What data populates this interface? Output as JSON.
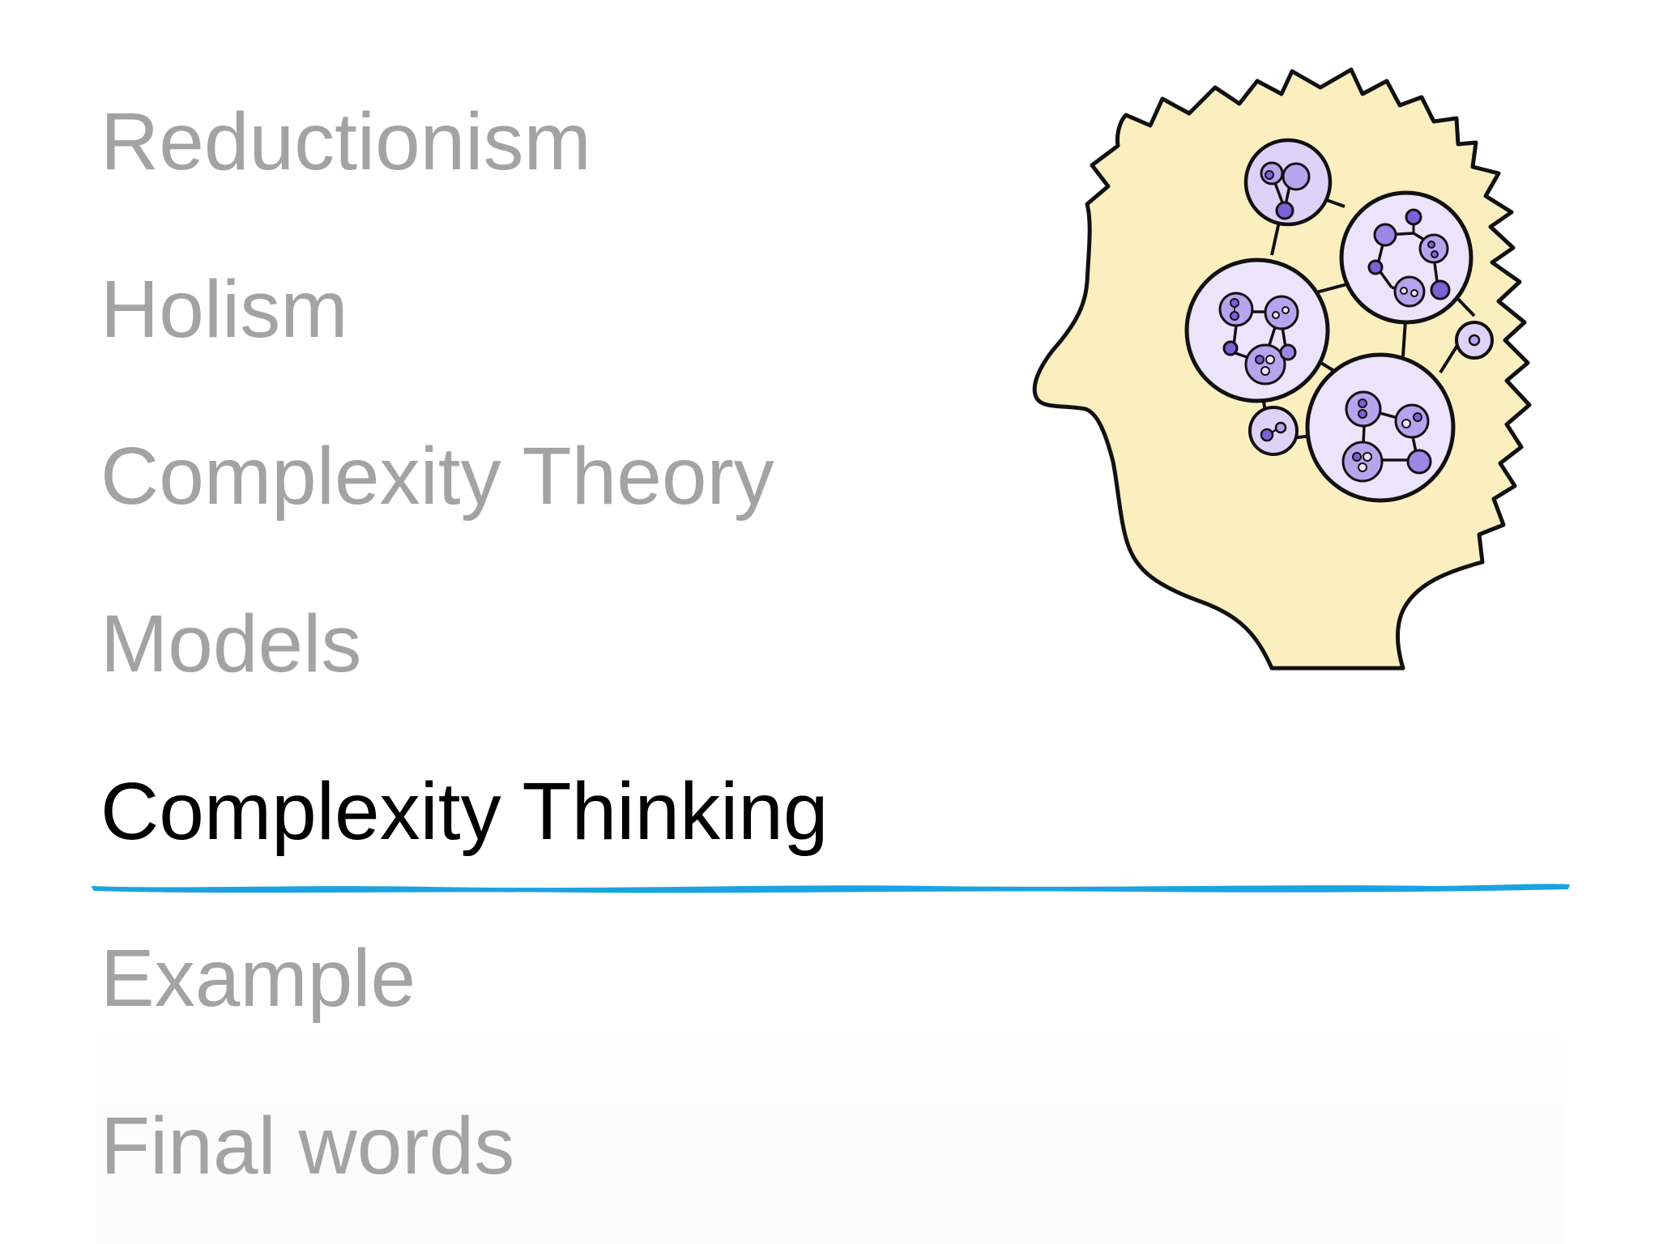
{
  "agenda": {
    "items": [
      {
        "label": "Reductionism"
      },
      {
        "label": "Holism"
      },
      {
        "label": "Complexity Theory"
      },
      {
        "label": "Models"
      },
      {
        "label": "Complexity Thinking"
      },
      {
        "label": "Example"
      },
      {
        "label": "Final words"
      }
    ],
    "current_label": "Complexity Thinking"
  },
  "colors": {
    "inactive_text": "#a3a3a3",
    "active_text": "#000000",
    "divider": "#1aa3e0",
    "head_fill": "#fbefc0",
    "network_fill": "#ebe4fb",
    "node_fill": "#b6a5ee",
    "node_dark": "#7a62d6"
  },
  "illustration": {
    "icon": "head-with-network-icon"
  }
}
